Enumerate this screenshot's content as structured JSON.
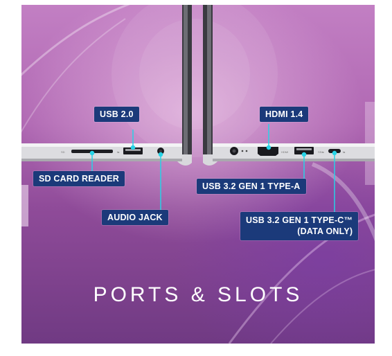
{
  "title": "PORTS & SLOTS",
  "callouts": {
    "usb_2": "USB 2.0",
    "sd_card": "SD CARD READER",
    "audio_jack": "AUDIO JACK",
    "hdmi": "HDMI 1.4",
    "usb_32_a": "USB 3.2 GEN 1 TYPE-A",
    "usb_32_c_line1": "USB 3.2 GEN 1 TYPE-C™",
    "usb_32_c_line2": "(DATA ONLY)"
  },
  "colors": {
    "callout_bg": "#1b3a7a",
    "connector": "#27d3e6",
    "background": "#a25aa8"
  }
}
